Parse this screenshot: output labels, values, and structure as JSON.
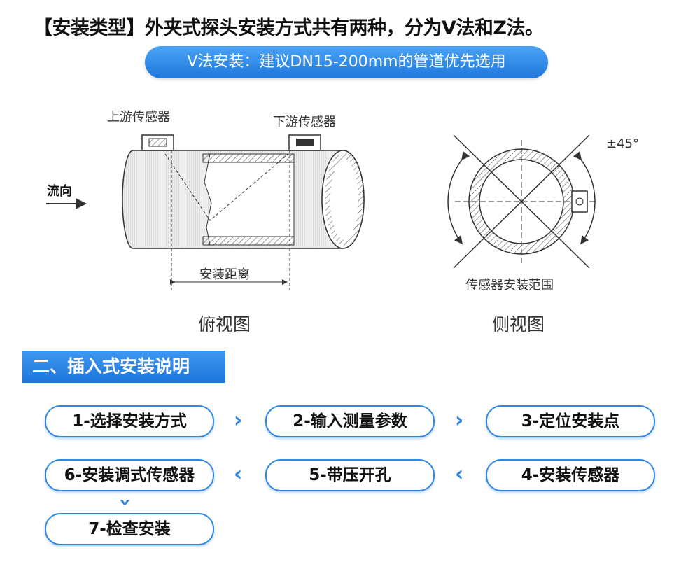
{
  "header": {
    "title": "【安装类型】外夹式探头安装方式共有两种，分为V法和Z法。",
    "v_method": "V法安装：建议DN15-200mm的管道优先选用"
  },
  "top_view": {
    "upstream": "上游传感器",
    "downstream": "下游传感器",
    "flow": "流向",
    "distance": "安装距离",
    "caption": "俯视图"
  },
  "side_view": {
    "angle": "±45°",
    "range": "传感器安装范围",
    "caption": "侧视图"
  },
  "section": {
    "title": "二、插入式安装说明"
  },
  "steps": [
    "1-选择安装方式",
    "2-输入测量参数",
    "3-定位安装点",
    "4-安装传感器",
    "5-带压开孔",
    "6-安装调式传感器",
    "7-检查安装"
  ],
  "colors": {
    "accent": "#2f86e6"
  }
}
